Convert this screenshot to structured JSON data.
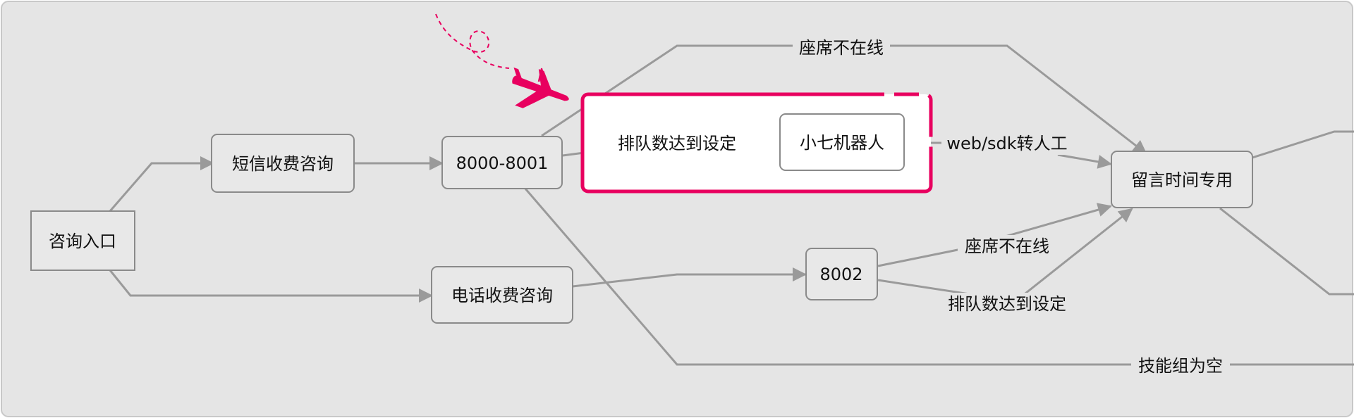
{
  "diagram": {
    "nodes": {
      "entry": "咨询入口",
      "sms": "短信收费咨询",
      "phone": "电话收费咨询",
      "line_8000": "8000-8001",
      "line_8002": "8002",
      "robot": "小七机器人",
      "message": "留言时间专用"
    },
    "edge_labels": {
      "queue_setting": "排队数达到设定",
      "seat_offline_top": "座席不在线",
      "web_sdk": "web/sdk转人工",
      "seat_offline_8002": "座席不在线",
      "queue_8002": "排队数达到设定",
      "skill_group_empty": "技能组为空"
    }
  },
  "colors": {
    "background": "#e5e5e5",
    "node_fill": "#e8e8e8",
    "node_stroke": "#8a8a8a",
    "edge": "#9a9a9a",
    "highlight": "#e8005f"
  }
}
